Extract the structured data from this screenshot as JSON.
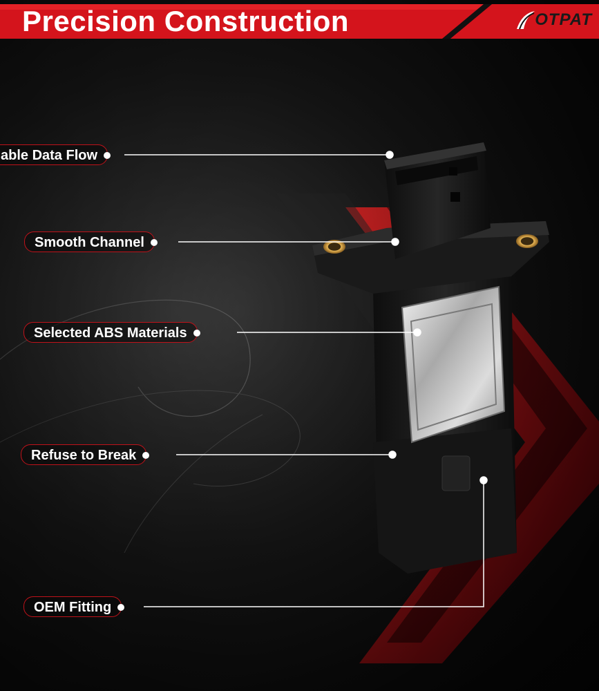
{
  "header": {
    "title": "Precision Construction",
    "brand": "OTPAT"
  },
  "callouts": [
    {
      "label": "able Data Flow"
    },
    {
      "label": "Smooth Channel"
    },
    {
      "label": "Selected ABS Materials"
    },
    {
      "label": "Refuse to Break"
    },
    {
      "label": "OEM Fitting"
    }
  ],
  "colors": {
    "accent": "#d0141c",
    "background": "#0b0b0b",
    "text": "#ffffff"
  },
  "icons": {
    "brand_logo": "red-swoosh-logo-icon"
  }
}
